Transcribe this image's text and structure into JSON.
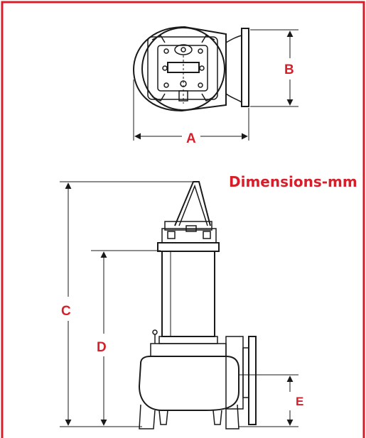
{
  "title": "Dimensions-mm",
  "dimension_labels": {
    "a": "A",
    "b": "B",
    "c": "C",
    "d": "D",
    "e": "E"
  },
  "colors": {
    "accent": "#d51f2b",
    "line": "#1a1a1a",
    "background": "#ffffff"
  }
}
